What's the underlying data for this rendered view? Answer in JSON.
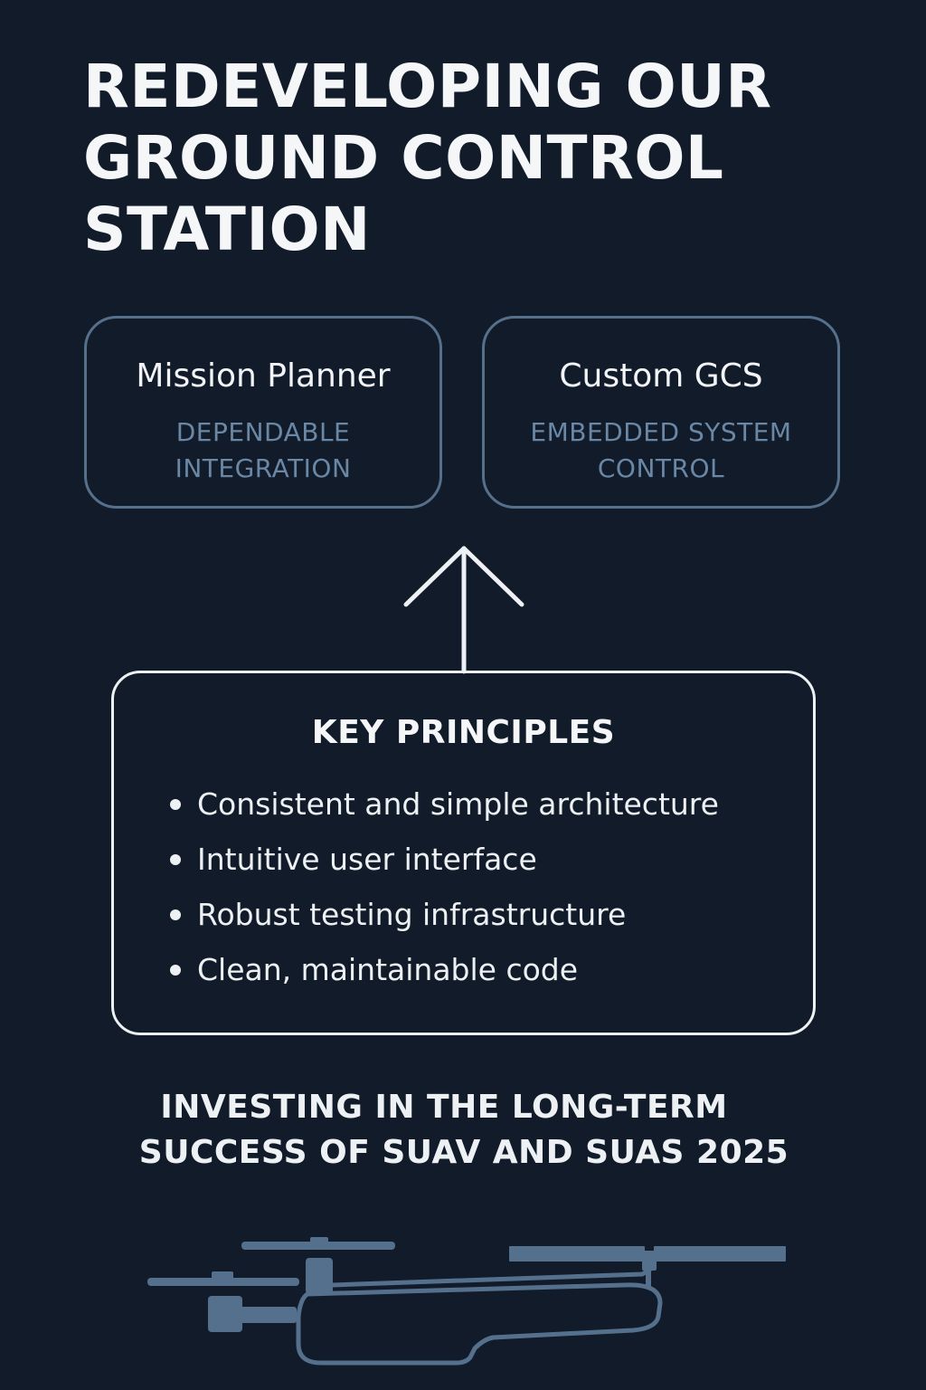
{
  "title": {
    "lines": [
      "REDEVELOPING OUR",
      "GROUND CONTROL",
      "STATION"
    ]
  },
  "options": [
    {
      "name": "Mission Planner",
      "description_lines": [
        "DEPENDABLE",
        "INTEGRATION"
      ]
    },
    {
      "name": "Custom GCS",
      "description_lines": [
        "EMBEDDED SYSTEM",
        "CONTROL"
      ]
    }
  ],
  "principles": {
    "heading": "KEY PRINCIPLES",
    "items": [
      "Consistent and simple architecture",
      "Intuitive user interface",
      "Robust testing infrastructure",
      "Clean, maintainable code"
    ]
  },
  "tagline": {
    "lines": [
      "INVESTING IN THE LONG-TERM",
      "SUCCESS OF SUAV AND SUAS 2025"
    ]
  },
  "colors": {
    "background": "#111b29",
    "text": "#f4f6f8",
    "accent": "#56708c",
    "muted": "#6a88a6"
  },
  "icons": {
    "arrow": "arrow-up-icon",
    "aircraft": "uav-aircraft-icon"
  }
}
